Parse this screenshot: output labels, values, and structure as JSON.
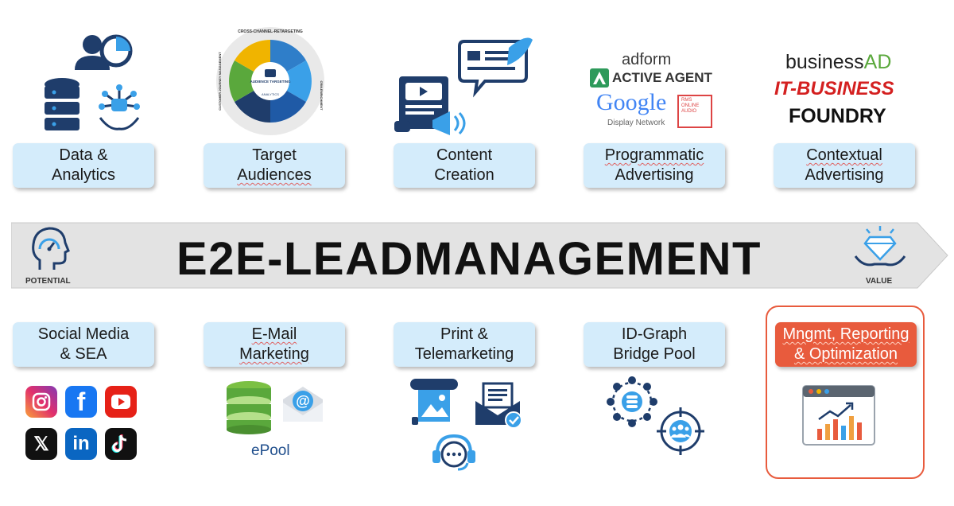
{
  "banner": {
    "title": "E2E-LEADMANAGEMENT",
    "left_caption": "POTENTIAL",
    "right_caption": "VALUE"
  },
  "top_boxes": [
    {
      "line1": "Data &",
      "line2": "Analytics"
    },
    {
      "line1": "Target",
      "line2": "Audiences"
    },
    {
      "line1": "Content",
      "line2": "Creation"
    },
    {
      "line1": "Programmatic",
      "line2": "Advertising"
    },
    {
      "line1": "Contextual",
      "line2": "Advertising"
    }
  ],
  "bottom_boxes": [
    {
      "line1": "Social Media",
      "line2": "& SEA"
    },
    {
      "line1": "E-Mail",
      "line2": "Marketing"
    },
    {
      "line1": "Print &",
      "line2": "Telemarketing"
    },
    {
      "line1": "ID-Graph",
      "line2": "Bridge Pool"
    },
    {
      "line1": "Mngmt, Reporting",
      "line2": "& Optimization"
    }
  ],
  "audience_wheel": {
    "ring_top": "CROSS-CHANNEL-RETARGETING",
    "ring_left": "CUSTOMER JOURNEY MANAGEMENT",
    "ring_right": "CRM-ENRICHMENT",
    "center": "AUDIENCE TARGETING",
    "center_bottom": "ANALYTICS"
  },
  "programmatic_logos": {
    "adform": "adform",
    "active_agent": "ACTIVE AGENT",
    "google": "Google",
    "google_sub": "Display Network",
    "rms_line1": "RMS",
    "rms_line2": "ONLINE",
    "rms_line3": "AUDIO"
  },
  "contextual_logos": {
    "businessad_black": "business",
    "businessad_green": "AD",
    "it_business": "IT-BUSINESS",
    "foundry": "FOUNDRY"
  },
  "email": {
    "epool": "ePool"
  },
  "social_icons": [
    "instagram-icon",
    "facebook-icon",
    "youtube-icon",
    "x-icon",
    "linkedin-icon",
    "tiktok-icon"
  ],
  "colors": {
    "box_blue": "#d4ecfb",
    "accent_red": "#e85b3d",
    "navy": "#1f3d6b",
    "light_blue": "#3aa0e8",
    "green": "#5aa83c",
    "banner_gray": "#e3e3e3"
  }
}
